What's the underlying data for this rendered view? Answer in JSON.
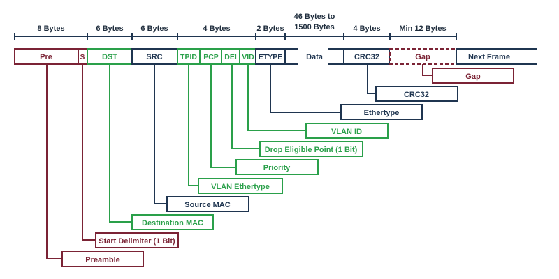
{
  "colors": {
    "preamble_red": "#7b2335",
    "vlan_green": "#2aa04a",
    "mac_navy": "#1f3550",
    "text_dark": "#1f2d3d"
  },
  "byte_ruler": {
    "preamble": "8 Bytes",
    "dst": "6 Bytes",
    "src": "6 Bytes",
    "vlan": "4 Bytes",
    "etype": "2 Bytes",
    "data_line1": "46 Bytes to",
    "data_line2": "1500 Bytes",
    "crc": "4 Bytes",
    "gap": "Min 12 Bytes"
  },
  "frame": {
    "pre": "Pre",
    "s": "S",
    "dst": "DST",
    "src": "SRC",
    "tpid": "TPID",
    "pcp": "PCP",
    "dei": "DEI",
    "vid": "VID",
    "etype": "ETYPE",
    "data": "Data",
    "crc": "CRC32",
    "gap": "Gap",
    "next": "Next Frame"
  },
  "callouts": {
    "gap": "Gap",
    "crc": "CRC32",
    "ethertype": "Ethertype",
    "vlan_id": "VLAN ID",
    "dei": "Drop Eligible Point (1 Bit)",
    "priority": "Priority",
    "vlan_ethertype": "VLAN Ethertype",
    "source_mac": "Source MAC",
    "destination_mac": "Destination MAC",
    "start_delimiter": "Start Delimiter (1 Bit)",
    "preamble": "Preamble"
  }
}
